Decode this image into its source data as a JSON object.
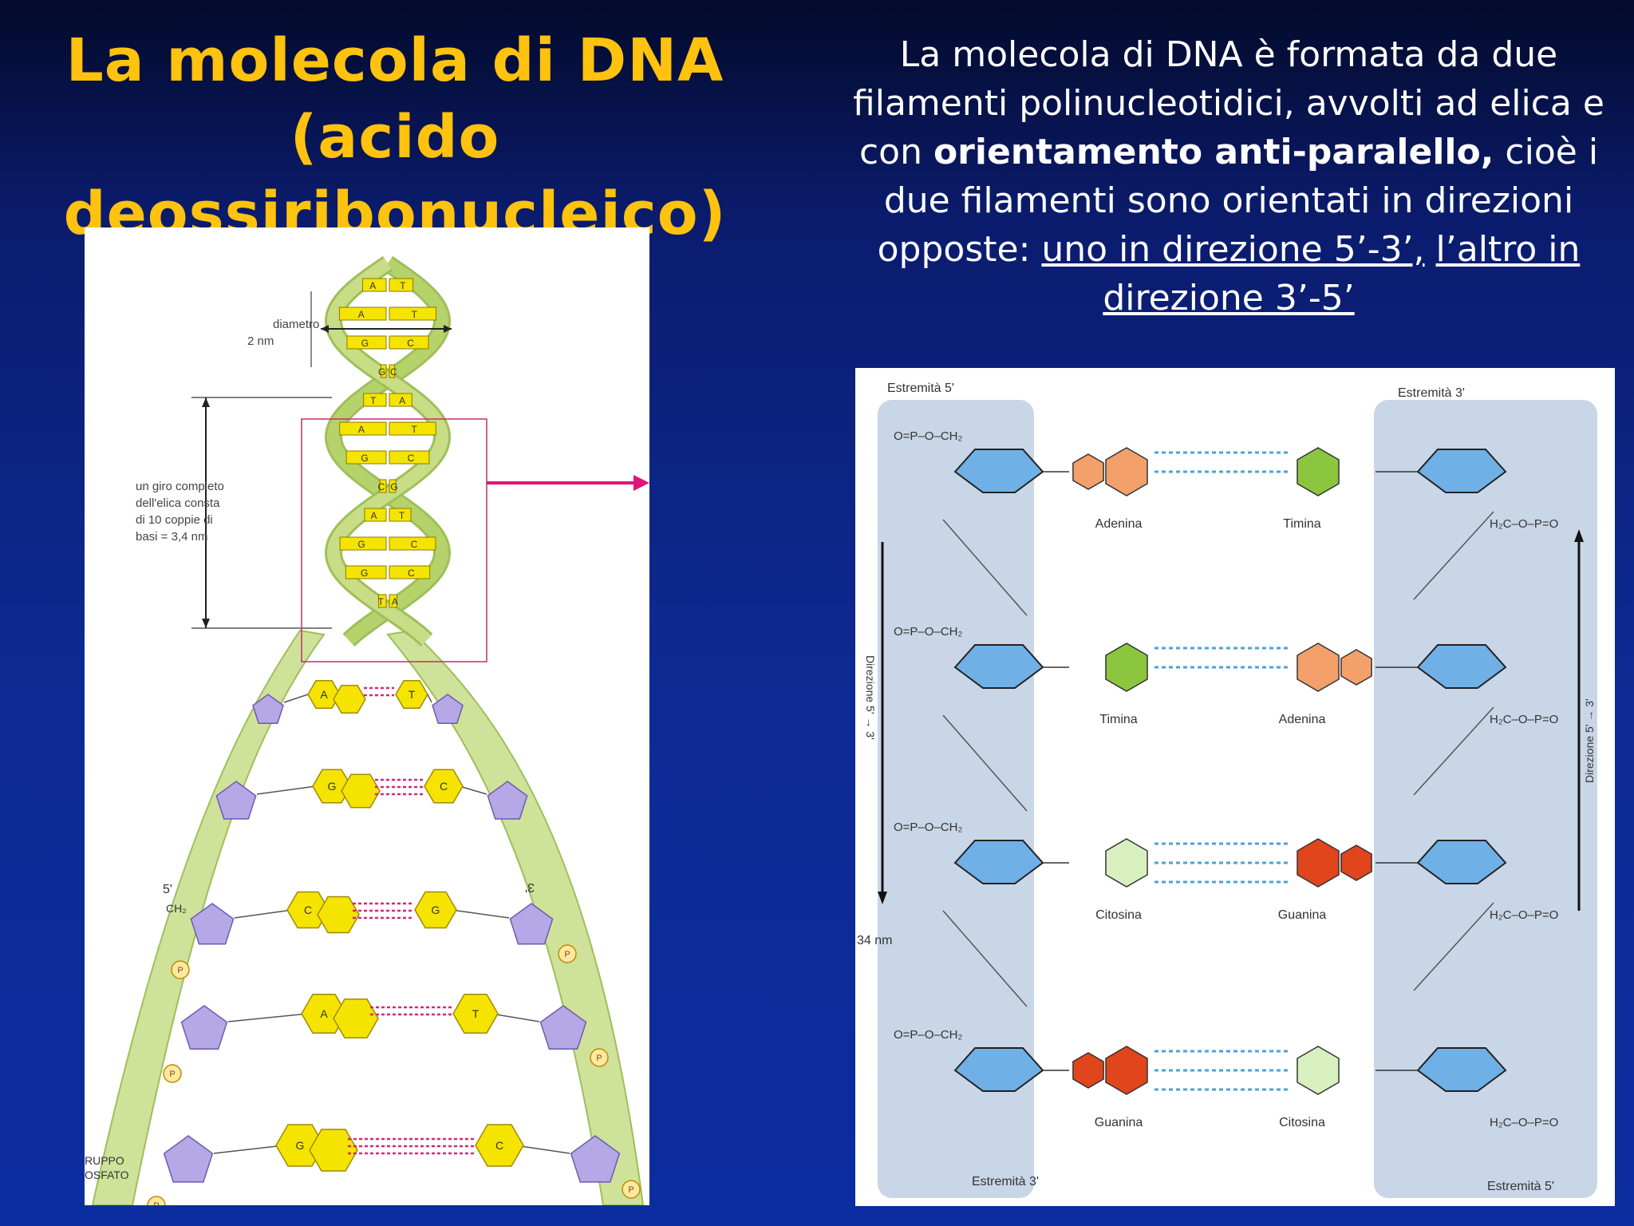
{
  "title": {
    "line1": "La molecola di DNA",
    "line2": "(acido deossiribonucleico)"
  },
  "description": {
    "part1": "La molecola di DNA è formata da due filamenti polinucleotidici, avvolti ad elica e con ",
    "bold": "orientamento anti-paralello,",
    "part2": " cioè i due filamenti sono orientati in direzioni opposte: ",
    "underline1": "uno in direzione 5’-3’,",
    "underline2": "l’altro in direzione 3’-5’"
  },
  "helix_figure": {
    "diameter_label": "diametro",
    "diameter_value": "2 nm",
    "turn_line1": "un giro completo",
    "turn_line2": "dell'elica consta",
    "turn_line3": "di 10 coppie di",
    "turn_line4": "basi = 3,4 nm",
    "end_5": "5'",
    "end_3": "3'",
    "ch2": "CH₂",
    "phosphate": "P",
    "group_line1": "RUPPO",
    "group_line2": "OSFATO",
    "base_pairs_top": [
      [
        "A",
        "T"
      ],
      [
        "A",
        "T"
      ],
      [
        "G",
        "C"
      ],
      [
        "G",
        "C"
      ],
      [
        "T",
        "A"
      ],
      [
        "A",
        "T"
      ],
      [
        "G",
        "C"
      ],
      [
        "C",
        "G"
      ],
      [
        "A",
        "T"
      ],
      [
        "G",
        "C"
      ],
      [
        "G",
        "C"
      ],
      [
        "T",
        "A"
      ]
    ],
    "base_pairs_bottom": [
      [
        "A",
        "T"
      ],
      [
        "G",
        "C"
      ],
      [
        "C",
        "G"
      ],
      [
        "A",
        "T"
      ],
      [
        "G",
        "C"
      ]
    ],
    "colors": {
      "helix": "#b5d36a",
      "base": "#f5e400",
      "sugar": "#b6a7e6",
      "bond": "#d2287a"
    }
  },
  "pairing_figure": {
    "end_5_top": "Estremità 5'",
    "end_3_top": "Estremità 3'",
    "end_3_bottom": "Estremità 3'",
    "end_5_bottom": "Estremità 5'",
    "direction_left": "Direzione 5' → 3'",
    "direction_right": "Direzione 5' → 3'",
    "length_label": "34 nm",
    "rows": [
      {
        "left": "Adenina",
        "right": "Timina",
        "left_color": "#f4a06a",
        "right_color": "#8cc63f"
      },
      {
        "left": "Timina",
        "right": "Adenina",
        "left_color": "#8cc63f",
        "right_color": "#f4a06a"
      },
      {
        "left": "Citosina",
        "right": "Guanina",
        "left_color": "#d8f0c0",
        "right_color": "#e0451c"
      },
      {
        "left": "Guanina",
        "right": "Citosina",
        "left_color": "#e0451c",
        "right_color": "#d8f0c0"
      }
    ],
    "sugar_color": "#6fb0e6",
    "band_color": "#c9d6e8"
  }
}
